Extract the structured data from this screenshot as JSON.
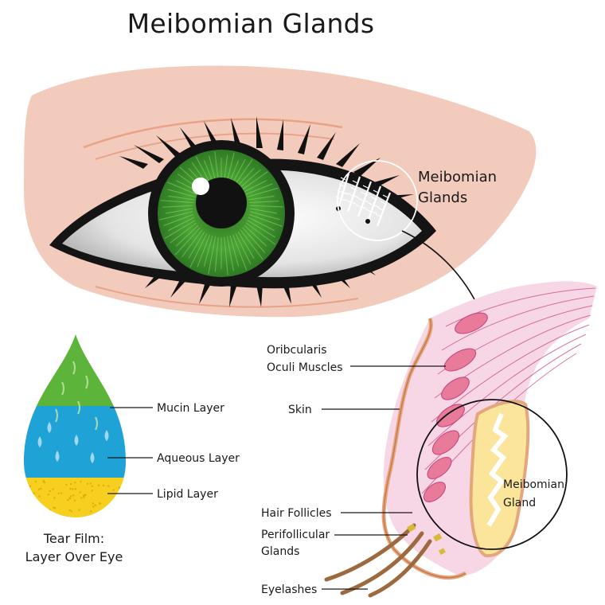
{
  "title": "Meibomian Glands",
  "colors": {
    "skin": "#f2cbbd",
    "iris": "#3f9a2d",
    "tissue_pink": "#f7d7e6",
    "gland_yellow": "#fbe59a",
    "mucin_green": "#5cb43a",
    "aqueous_blue": "#1fa2d6",
    "lipid_yellow": "#f7cf1e"
  },
  "labels": {
    "meibomian_glands": [
      "Meibomian",
      "Glands"
    ],
    "orbicularis": [
      "Oribcularis",
      "Oculi Muscles"
    ],
    "skin": "Skin",
    "meibomian_gland": [
      "Meibomian",
      "Gland"
    ],
    "hair_follicles": "Hair Follicles",
    "perifollicular": [
      "Perifollicular",
      "Glands"
    ],
    "eyelashes": "Eyelashes",
    "mucin": "Mucin Layer",
    "aqueous": "Aqueous Layer",
    "lipid": "Lipid Layer",
    "tear_film": [
      "Tear Film:",
      "Layer Over Eye"
    ]
  }
}
